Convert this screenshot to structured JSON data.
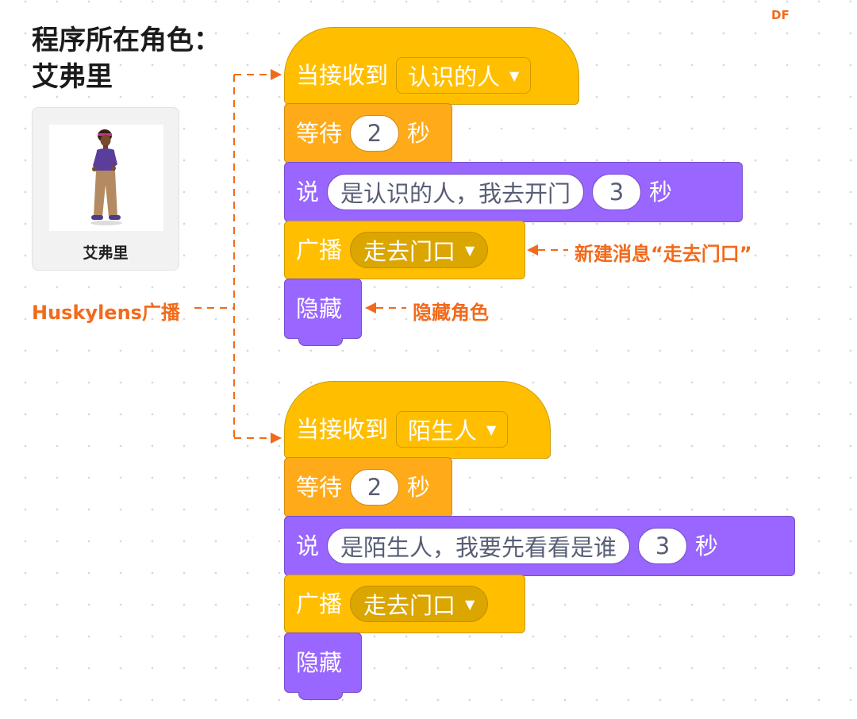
{
  "sprite_panel": {
    "title_line1": "程序所在角色：",
    "title_line2": "艾弗里",
    "sprite_name": "艾弗里"
  },
  "logo": "DF",
  "annotations": {
    "huskylens_broadcast": "Huskylens广播",
    "new_message": "新建消息“走去门口”",
    "hide_sprite": "隐藏角色"
  },
  "script1": {
    "hat_label": "当接收到",
    "hat_message": "认识的人",
    "wait_label": "等待",
    "wait_value": "2",
    "wait_unit": "秒",
    "say_label": "说",
    "say_text": "是认识的人，我去开门",
    "say_secs": "3",
    "say_unit": "秒",
    "broadcast_label": "广播",
    "broadcast_message": "走去门口",
    "hide_label": "隐藏"
  },
  "script2": {
    "hat_label": "当接收到",
    "hat_message": "陌生人",
    "wait_label": "等待",
    "wait_value": "2",
    "wait_unit": "秒",
    "say_label": "说",
    "say_text": "是陌生人，我要先看看是谁",
    "say_secs": "3",
    "say_unit": "秒",
    "broadcast_label": "广播",
    "broadcast_message": "走去门口",
    "hide_label": "隐藏"
  },
  "colors": {
    "events": "#ffbf00",
    "control": "#ffab19",
    "looks": "#9966ff",
    "annotation": "#f26a1b"
  }
}
